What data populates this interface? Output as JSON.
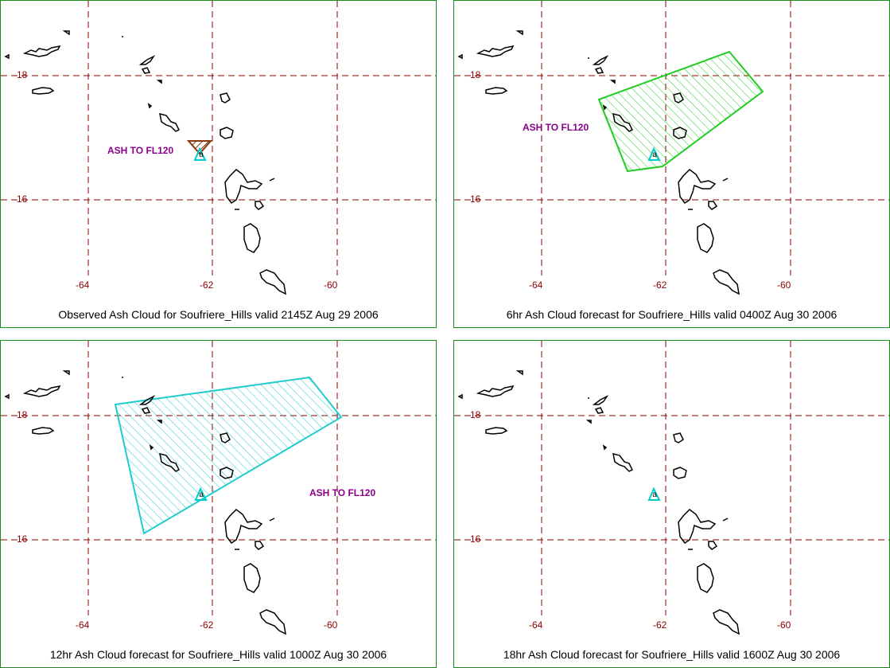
{
  "panels": [
    {
      "caption": "Observed Ash Cloud for Soufriere_Hills valid 2145Z Aug 29 2006",
      "ash_label": "ASH TO FL120",
      "ash_color": "#8b3a0f"
    },
    {
      "caption": "6hr Ash Cloud forecast for Soufriere_Hills valid 0400Z Aug 30 2006",
      "ash_label": "ASH TO FL120",
      "ash_color": "#22cc22"
    },
    {
      "caption": "12hr Ash Cloud forecast for Soufriere_Hills valid 1000Z Aug 30 2006",
      "ash_label": "ASH TO FL120",
      "ash_color": "#22cccc"
    },
    {
      "caption": "18hr Ash Cloud forecast for Soufriere_Hills valid 1600Z Aug 30 2006",
      "ash_label": "",
      "ash_color": ""
    }
  ],
  "axes": {
    "lat_labels": [
      "18",
      "16"
    ],
    "lon_labels": [
      "-64",
      "-62",
      "-60"
    ]
  },
  "colors": {
    "grid": "#8b0000",
    "volcano": "#00cccc",
    "border": "#1a8a1a",
    "ash_text": "#8b008b"
  },
  "icons": {
    "volcano": "volcano-triangle-icon"
  }
}
